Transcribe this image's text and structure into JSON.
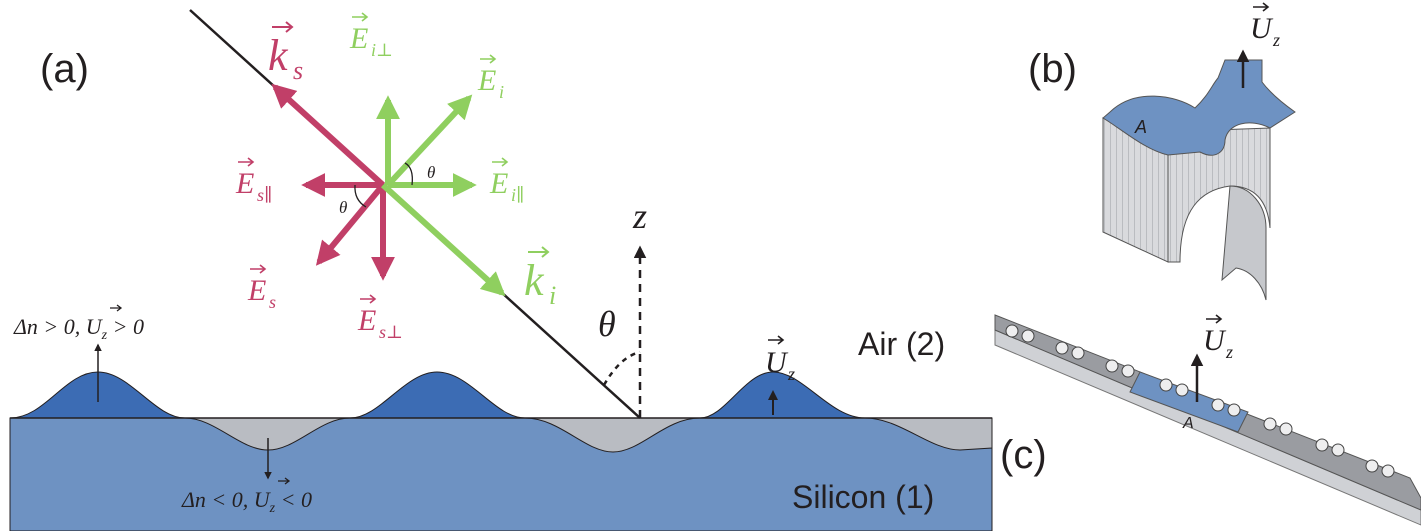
{
  "colors": {
    "silicon": "#6e92c2",
    "bump": "#3c6cb4",
    "dip": "#b9bcc2",
    "scattered": "#c13f68",
    "incident": "#8fcf5f",
    "text": "#231f20"
  },
  "panel_a": {
    "label": "(a)",
    "vectors": {
      "ks": "k",
      "ks_sub": "s",
      "ki": "k",
      "ki_sub": "i",
      "Ei_perp": "E",
      "Ei_perp_sub": "i⊥",
      "Ei": "E",
      "Ei_sub": "i",
      "Ei_par": "E",
      "Ei_par_sub": "i∥",
      "Es_par": "E",
      "Es_par_sub": "s∥",
      "Es": "E",
      "Es_sub": "s",
      "Es_perp": "E",
      "Es_perp_sub": "s⊥"
    },
    "theta_small_1": "θ",
    "theta_small_2": "θ",
    "z_axis": "z",
    "theta_large": "θ",
    "Uz": "U",
    "Uz_sub": "z",
    "pos_condition": "Δn > 0, U",
    "pos_condition_sub": "z",
    "pos_condition_tail": " > 0",
    "neg_condition": "Δn < 0, U",
    "neg_condition_sub": "z",
    "neg_condition_tail": " < 0",
    "air_label": "Air (2)",
    "silicon_label": "Silicon (1)"
  },
  "panel_b": {
    "label": "(b)",
    "Uz": "U",
    "Uz_sub": "z",
    "area_label": "A"
  },
  "panel_c": {
    "label": "(c)",
    "Uz": "U",
    "Uz_sub": "z",
    "area_label": "A"
  }
}
